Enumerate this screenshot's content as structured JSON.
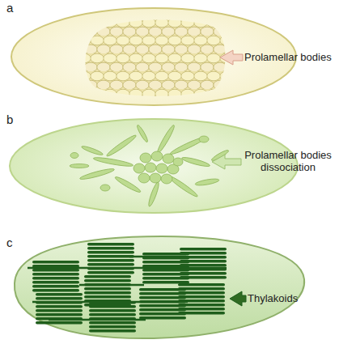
{
  "diagram": {
    "labels": [
      "a",
      "Prolamellar bodies",
      "b",
      "Prolamellar bodies dissociation",
      "c",
      "Thylakoids"
    ]
  }
}
